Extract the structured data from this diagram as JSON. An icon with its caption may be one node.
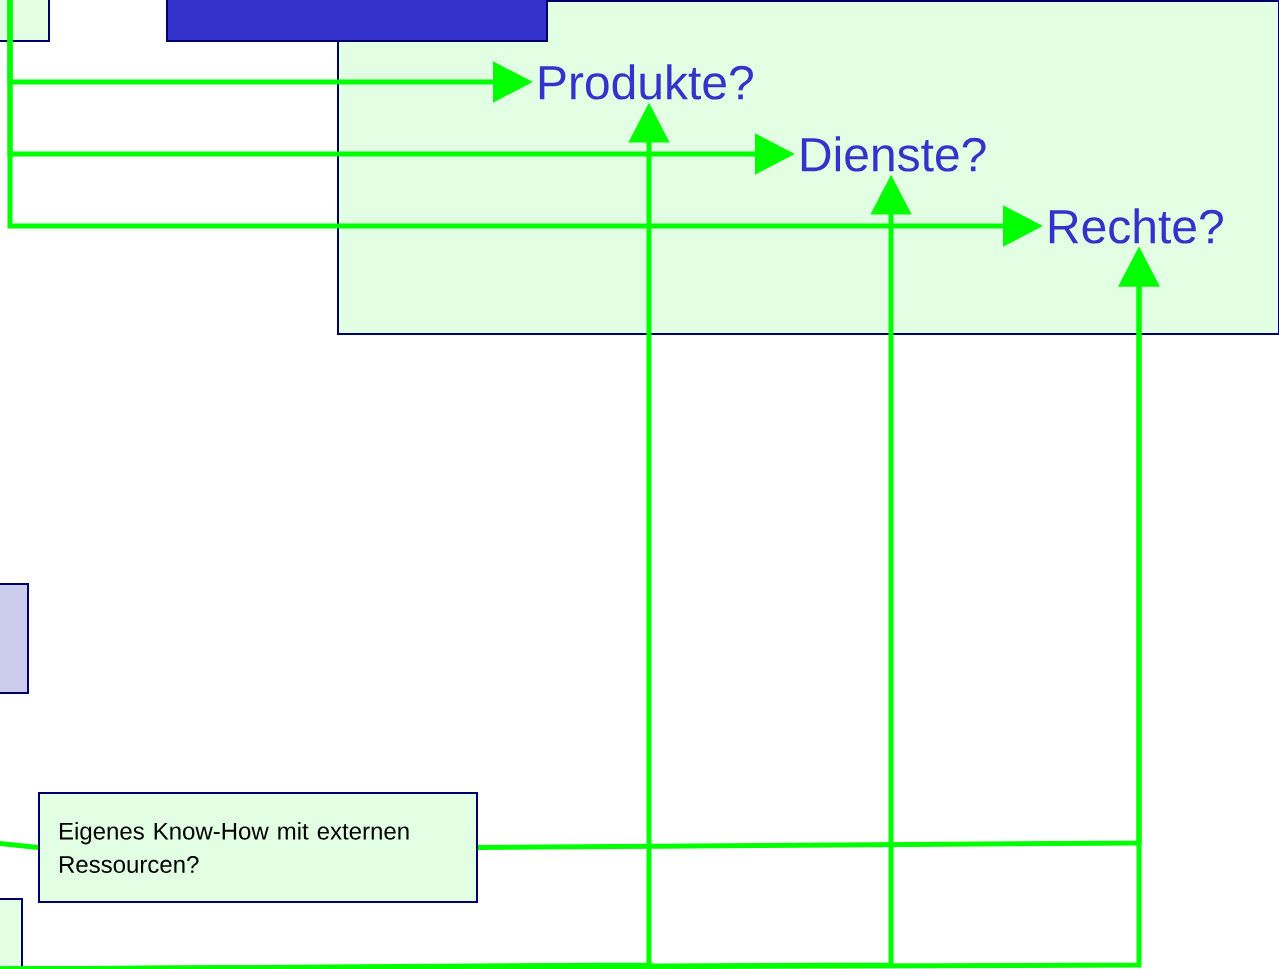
{
  "diagram": {
    "nodes": [
      {
        "text": [],
        "shape": "box"
      },
      {
        "text": [
          "Produkte?"
        ],
        "in": 0
      },
      {
        "text": [
          "Dienste?"
        ],
        "in": 0
      },
      {
        "text": [
          "Rechte?"
        ],
        "in": 0
      },
      {
        "text": [],
        "shape": "box"
      },
      {
        "text": [],
        "shape": "box"
      },
      {
        "text": [],
        "shape": "box"
      },
      {
        "text": [
          "Eigenes Know-How mit externen Ressourcen?"
        ]
      },
      {
        "text": [],
        "shape": "box"
      }
    ],
    "edges": [
      {
        "from": 5,
        "to": 1,
        "arrow": "to"
      },
      {
        "from": 5,
        "to": 2,
        "arrow": "to"
      },
      {
        "from": 5,
        "to": 3,
        "arrow": "to"
      },
      {
        "from": 8,
        "to": 1,
        "arrow": "to"
      },
      {
        "from": 8,
        "to": 2,
        "arrow": "to"
      },
      {
        "from": 8,
        "to": 3,
        "arrow": "to"
      },
      {
        "from": 7,
        "to": 3,
        "arrow": "to"
      },
      {
        "from": null,
        "to": 7,
        "arrow": "none"
      }
    ]
  }
}
